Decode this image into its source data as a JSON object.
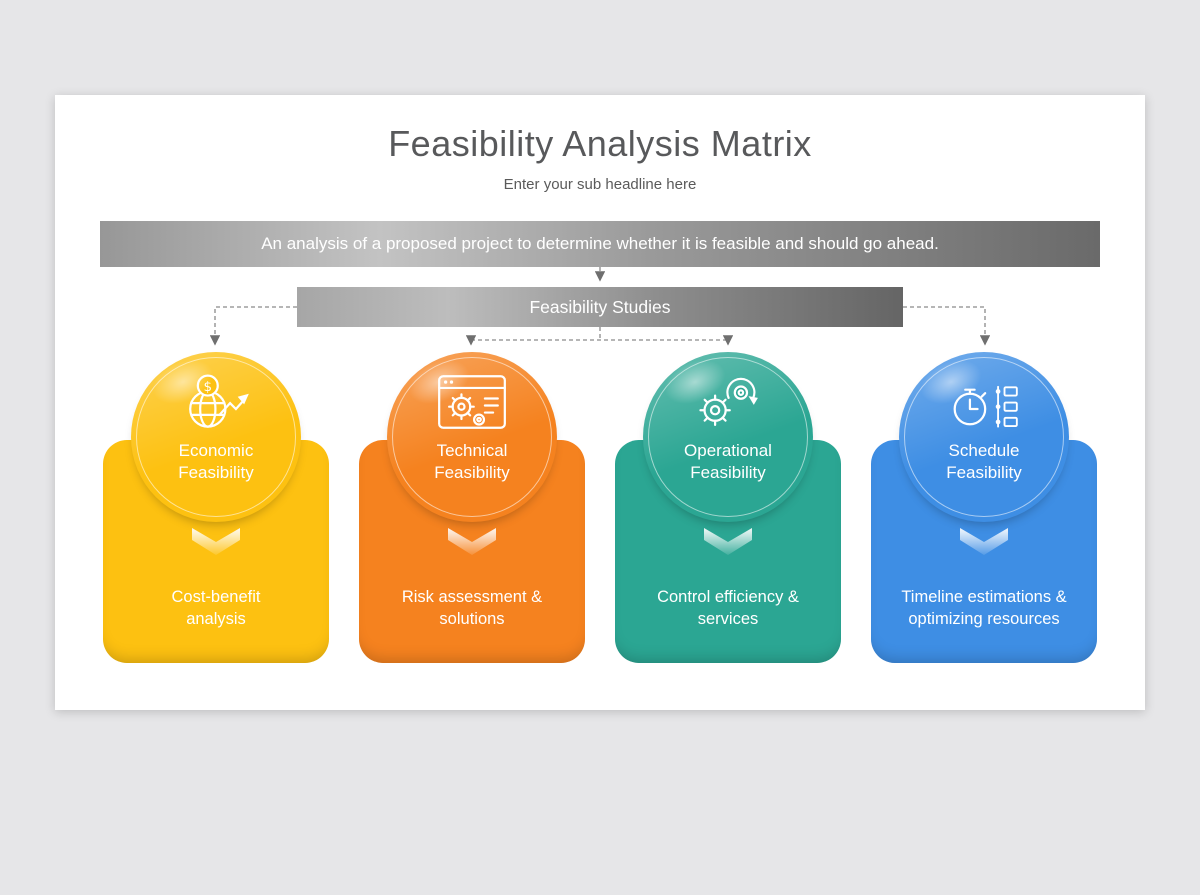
{
  "slide": {
    "title": "Feasibility Analysis Matrix",
    "subtitle": "Enter your sub headline here",
    "banner_text": "An analysis of a proposed project to determine whether it is feasible and should go ahead.",
    "studies_label": "Feasibility Studies"
  },
  "theme": {
    "page_background": "#E6E6E8",
    "slide_background": "#FFFFFF",
    "title_color": "#58595B",
    "text_on_color": "#FFFFFF",
    "connector_color": "#8A8A8A"
  },
  "cards": [
    {
      "icon": "economic-growth-icon",
      "title": "Economic\nFeasibility",
      "description": "Cost-benefit\nanalysis",
      "color": "#FDC111"
    },
    {
      "icon": "technical-browser-gear-icon",
      "title": "Technical\nFeasibility",
      "description": "Risk assessment &\nsolutions",
      "color": "#F5821F"
    },
    {
      "icon": "operational-gears-icon",
      "title": "Operational\nFeasibility",
      "description": "Control efficiency &\nservices",
      "color": "#2BA693"
    },
    {
      "icon": "schedule-clock-icon",
      "title": "Schedule\nFeasibility",
      "description": "Timeline estimations &\noptimizing resources",
      "color": "#3E8EE4"
    }
  ]
}
